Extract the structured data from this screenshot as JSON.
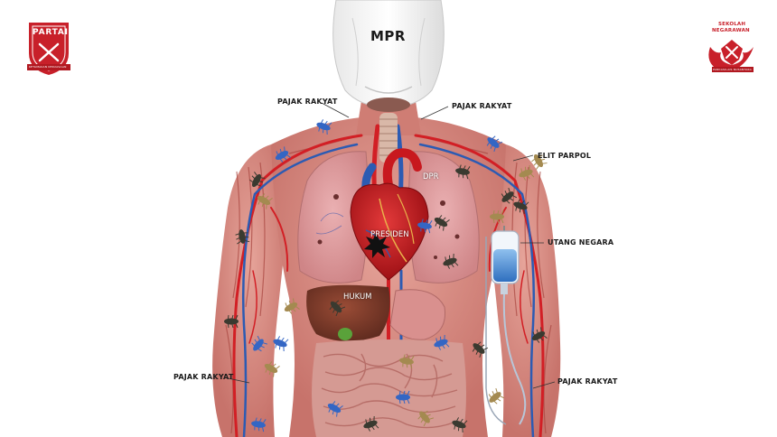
{
  "labels": {
    "mpr": "MPR",
    "pajak_left_top": "PAJAK RAKYAT",
    "pajak_right_top": "PAJAK RAKYAT",
    "elit_parpol": "ELIT PARPOL",
    "dpr": "DPR",
    "presiden": "PRESIDEN",
    "utang_negara": "UTANG NEGARA",
    "hukum": "HUKUM",
    "pajak_left_bottom": "PAJAK RAKYAT",
    "pajak_right_bottom": "PAJAK RAKYAT"
  },
  "logo_left": {
    "title": "PARTAI",
    "subtitle": "KETAMAKAN KEKUASAAN"
  },
  "logo_right": {
    "line1": "SEKOLAH",
    "line2": "NEGARAWAN",
    "subtitle": "PANCASILAIS NUSANTARA"
  },
  "colors": {
    "logo_red": "#c8202a",
    "skin": "#d98f86",
    "muscle": "#b4504b",
    "lung": "#dc9a9c",
    "heart": "#c8181e",
    "liver": "#7b3a2a",
    "intestine": "#d69d95",
    "artery": "#d21f25",
    "vein": "#2c5bb3",
    "bug_blue": "#3466c4",
    "bug_dark": "#3a3a30",
    "bug_tan": "#a48a50",
    "iv_fluid": "#4d8fd3"
  }
}
